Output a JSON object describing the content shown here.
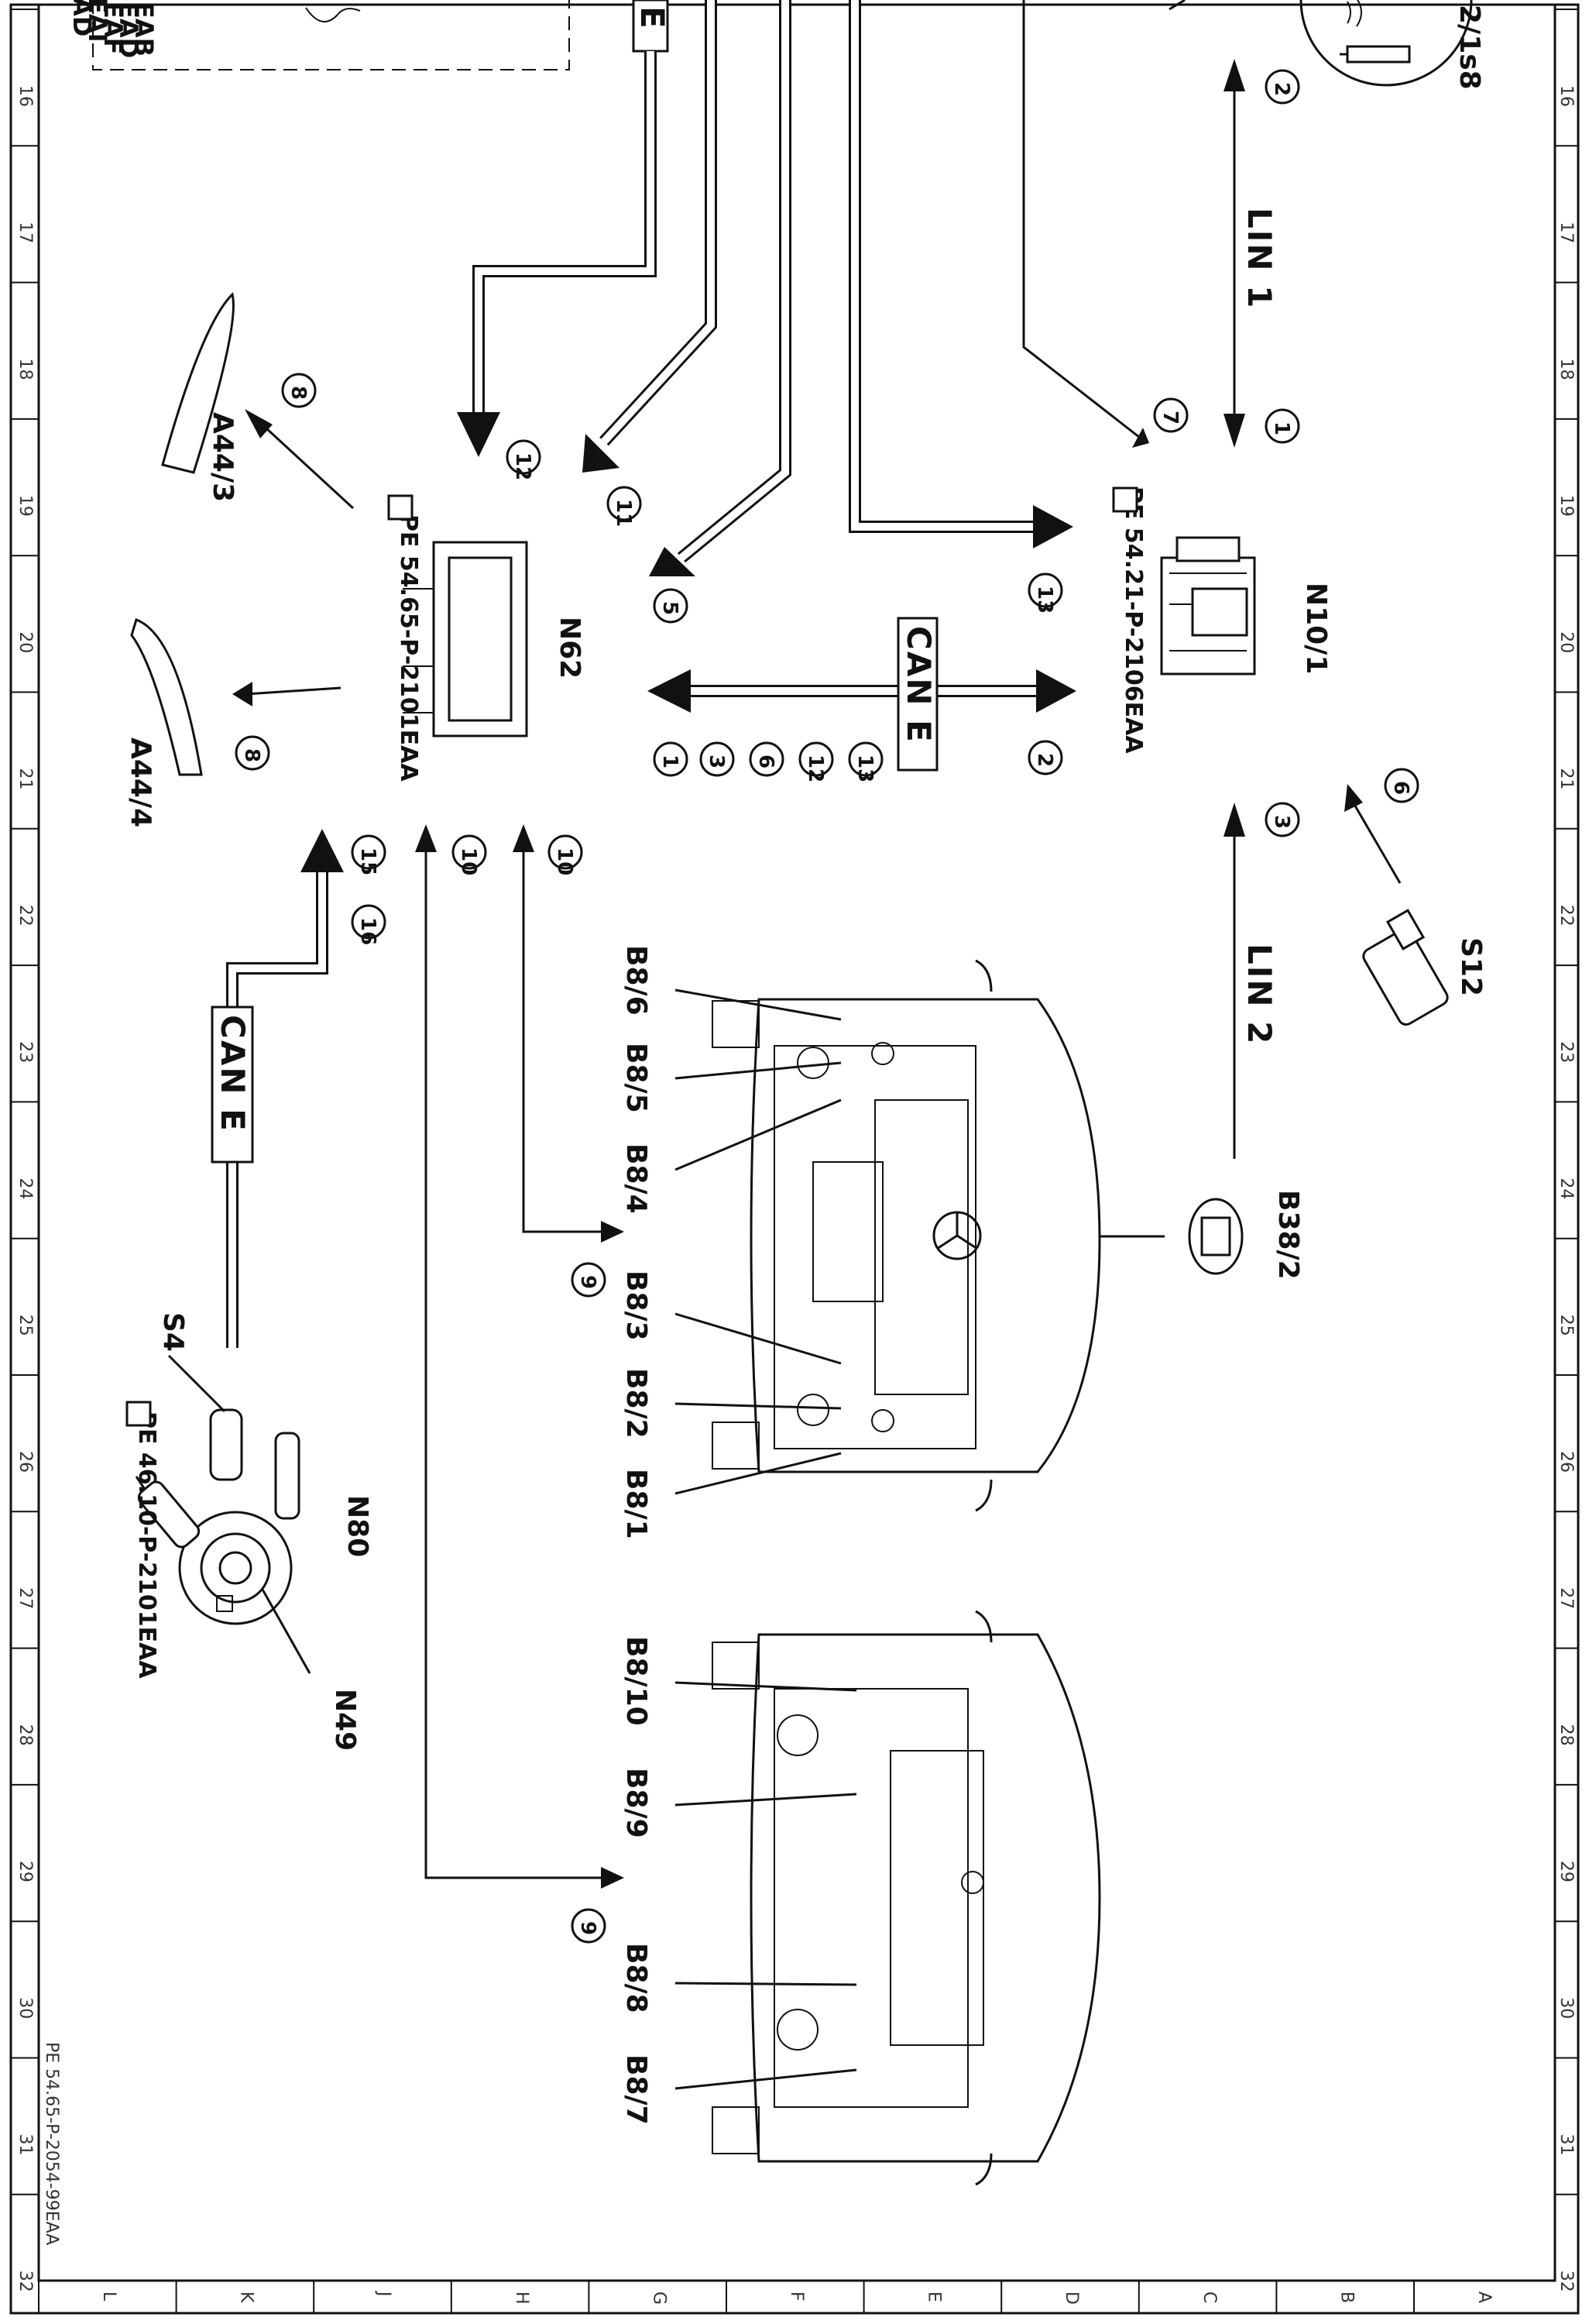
{
  "components": {
    "n10_1": "N10/1",
    "n62": "N62",
    "n80": "N80",
    "n49": "N49",
    "s4": "S4",
    "s12": "S12",
    "b38_2": "B38/2",
    "a44_3": "A44/3",
    "a44_4": "A44/4",
    "b2_1s8": "2/1s8",
    "b8_1": "B8/1",
    "b8_2": "B8/2",
    "b8_3": "B8/3",
    "b8_4": "B8/4",
    "b8_5": "B8/5",
    "b8_6": "B8/6",
    "b8_7": "B8/7",
    "b8_8": "B8/8",
    "b8_9": "B8/9",
    "b8_10": "B8/10"
  },
  "references": {
    "n10_1": "PE 54.21-P-2106EAA",
    "n62": "PE 54.65-P-2101EAA",
    "n80": "PE 46.10-P-2101EAA"
  },
  "buses": {
    "lin1": "LIN 1",
    "lin2": "LIN 2",
    "can_top": "E",
    "can_center": "CAN E",
    "can_left": "CAN E"
  },
  "legend_partial": [
    "EAB",
    "EAD",
    "EAF",
    "EAI",
    "AD"
  ],
  "signals": {
    "s1": "1",
    "s2": "2",
    "s3": "3",
    "s5": "5",
    "s6": "6",
    "s7": "7",
    "s8": "8",
    "s9": "9",
    "s10": "10",
    "s11": "11",
    "s12": "12",
    "s13": "13",
    "s15": "15",
    "s16": "16"
  },
  "grid": {
    "columns": [
      "16",
      "17",
      "18",
      "19",
      "20",
      "21",
      "22",
      "23",
      "24",
      "25",
      "26",
      "27",
      "28",
      "29",
      "30",
      "31",
      "32"
    ],
    "rows": [
      "L",
      "K",
      "J",
      "H",
      "G",
      "F",
      "E",
      "D",
      "C",
      "B",
      "A"
    ]
  },
  "footer": "PE 54.65-P-2054-99EAA",
  "colors": {
    "ink": "#111111",
    "paper": "#ffffff"
  }
}
